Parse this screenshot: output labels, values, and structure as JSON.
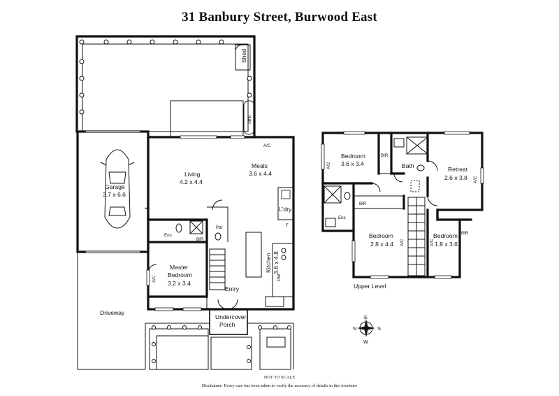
{
  "title": "31 Banbury Street, Burwood East",
  "rooms": {
    "shed": "Shed",
    "tank": "Tank",
    "garage_name": "Garage",
    "garage_size": "3.7 x 6.6",
    "living_name": "Living",
    "living_size": "4.2 x 4.4",
    "meals_name": "Meals",
    "meals_size": "3.6 x 4.4",
    "ldry": "L'dry",
    "ens": "Ens",
    "bir": "BIR",
    "pdr": "Pdr",
    "kitchen_name": "Kitchen",
    "kitchen_size": "3.6 x 4.8",
    "master_name": "Master",
    "master_name2": "Bedroom",
    "master_size": "3.2 x 3.4",
    "entry": "Entry",
    "porch1": "Undercover",
    "porch2": "Porch",
    "driveway": "Driveway",
    "ac": "A/C",
    "f": "F",
    "dw": "DW"
  },
  "upper": {
    "bed1_name": "Bedroom",
    "bed1_size": "3.6 x 3.4",
    "bir": "BIR",
    "bath": "Bath",
    "retreat_name": "Retreat",
    "retreat_size": "2.6 x 3.8",
    "ens": "Ens",
    "bed2_name": "Bedroom",
    "bed2_size": "2.8 x 4.4",
    "bed3_name": "Bedroom",
    "bed3_size": "1.8 x 3.6",
    "level_label": "Upper Level",
    "ac": "A/C"
  },
  "compass": {
    "n": "N",
    "e": "E",
    "s": "S",
    "w": "W"
  },
  "footer": {
    "scale": "NOT TO SCALE",
    "disclaimer": "Disclaimer: Every care has been taken to verify the accuracy of details in this brochure"
  }
}
